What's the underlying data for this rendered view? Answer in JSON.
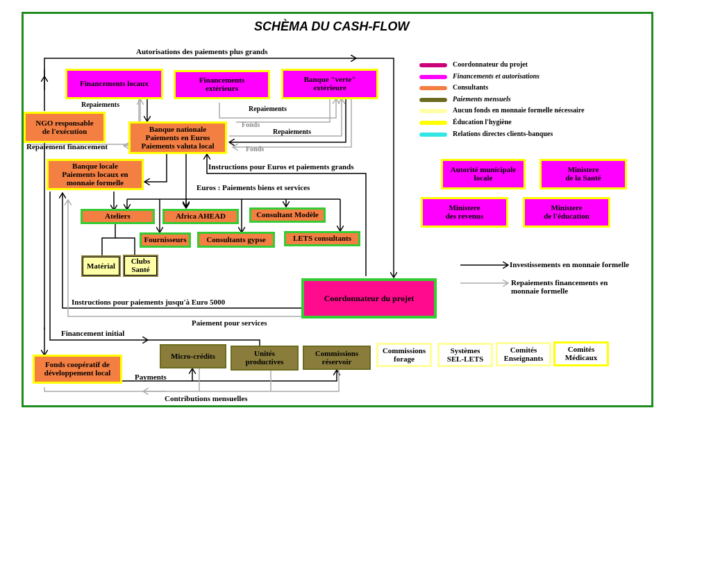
{
  "title": "SCHÈMA DU CASH-FLOW",
  "legend": [
    {
      "label": "Coordonnateur du projet",
      "color": "#cc0077"
    },
    {
      "label": "Financements et autorisations",
      "color": "#ff00ff",
      "italic": true
    },
    {
      "label": "Consultants",
      "color": "#f47f43"
    },
    {
      "label": "Paiements mensuels",
      "color": "#6b6b1f",
      "italic": true
    },
    {
      "label": "Aucun fonds en monnaie formelle nécessaire",
      "color": "#ffffa8"
    },
    {
      "label": "Éducation l'hygiène",
      "color": "#ffff00"
    },
    {
      "label": "Relations directes clients-banques",
      "color": "#33e5e5"
    }
  ],
  "arrow_key": {
    "black": "Investissements en monnaie formelle",
    "gray": "Repaiements financements en\nmonnaie formelle"
  },
  "boxes": {
    "fin_locaux": "Financements locaux",
    "fin_ext": "Financements\nextérieurs",
    "banque_verte": "Banque \"verte\"\nextérieure",
    "ngo": "NGO responsable\nde l'exécution",
    "banque_nat": "Banque nationale\nPaiements en Euros\nPaiements valuta local",
    "banque_locale": "Banque locale\nPaiements locaux en\nmonnaie formelle",
    "ateliers": "Ateliers",
    "africa": "Africa AHEAD",
    "consult_modele": "Consultant Modèle",
    "fournisseurs": "Fournisseurs",
    "consult_gypse": "Consultants gypse",
    "lets_consult": "LETS consultants",
    "materiel": "Matérial",
    "clubs": "Clubs\nSanté",
    "coordonnateur": "Coordonnateur du projet",
    "autorite": "Autorité municipale\nlocale",
    "min_sante": "Ministere\nde la Santé",
    "min_revenus": "Ministere\ndes revenus",
    "min_education": "Ministere\nde l'éducation",
    "micro": "Micro-crédits",
    "unites": "Unités\nproductives",
    "comm_res": "Commissions\nréservoir",
    "comm_forage": "Commissions\nforage",
    "systemes": "Systèmes\nSEL-LETS",
    "comites_ens": "Comités\nEnseignants",
    "comites_med": "Comités\nMédicaux",
    "fonds_coop": "Fonds coopératif de\ndéveloppement local"
  },
  "labels": {
    "autorisations": "Autorisations des paiements plus grands",
    "repaiements_1": "Repaiements",
    "repaiements_2": "Repaiements",
    "repaiements_3": "Repaiements",
    "fonds_1": "Fonds",
    "fonds_2": "Fonds",
    "repaiement_fin": "Repaiement financement",
    "instructions_euros": "Instructions pour Euros et paiements grands",
    "euros_paiements": "Euros : Paiements biens et services",
    "instructions_5000": "Instructions pour paiements jusqu'à Euro 5000",
    "paiement_services": "Paiement pour services",
    "financement_initial": "Financement initial",
    "payments": "Payments",
    "contributions": "Contributions mensuelles"
  }
}
